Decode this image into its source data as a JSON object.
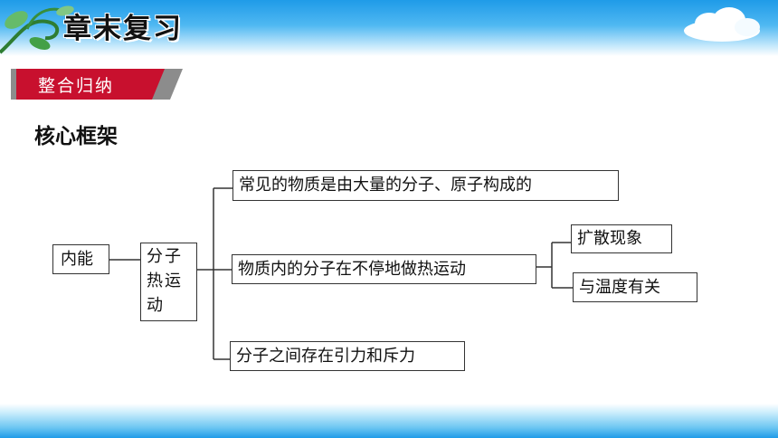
{
  "header": {
    "title": "章末复习"
  },
  "section": {
    "label": "整合归纳"
  },
  "subheading": "核心框架",
  "diagram": {
    "root": "内能",
    "thermal_motion": [
      "分子",
      "热运",
      "动"
    ],
    "branches": {
      "common_matter": "常见的物质是由大量的分子、原子构成的",
      "molecules_motion": "物质内的分子在不停地做热运动",
      "forces": "分子之间存在引力和斥力"
    },
    "leaves": {
      "diffusion": "扩散现象",
      "temperature": "与温度有关"
    }
  },
  "colors": {
    "sky_blue": "#1f9be8",
    "banner_red": "#c8102e",
    "banner_grey": "#8c8c8c",
    "vine_green": "#4caf50"
  }
}
